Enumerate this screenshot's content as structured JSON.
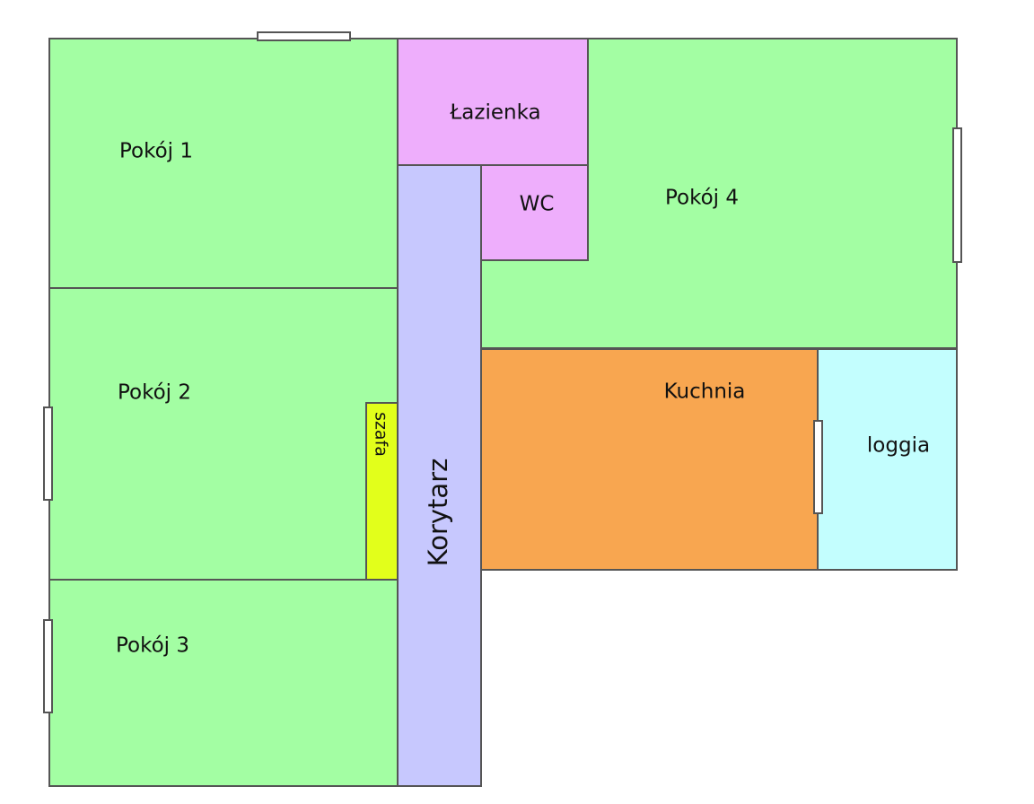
{
  "colors": {
    "bedroom": "#a3fea3",
    "bathroom": "#eeaefc",
    "corridor": "#c7c8fe",
    "kitchen": "#f8a650",
    "loggia": "#c3fefe",
    "wardrobe": "#e2ff1b",
    "walls": "#555555"
  },
  "rooms": {
    "pokoj1": "Pokój 1",
    "pokoj2": "Pokój 2",
    "pokoj3": "Pokój 3",
    "pokoj4": "Pokój 4",
    "lazienka": "Łazienka",
    "wc": "WC",
    "korytarz": "Korytarz",
    "kuchnia": "Kuchnia",
    "loggia": "loggia",
    "szafa": "szafa"
  }
}
